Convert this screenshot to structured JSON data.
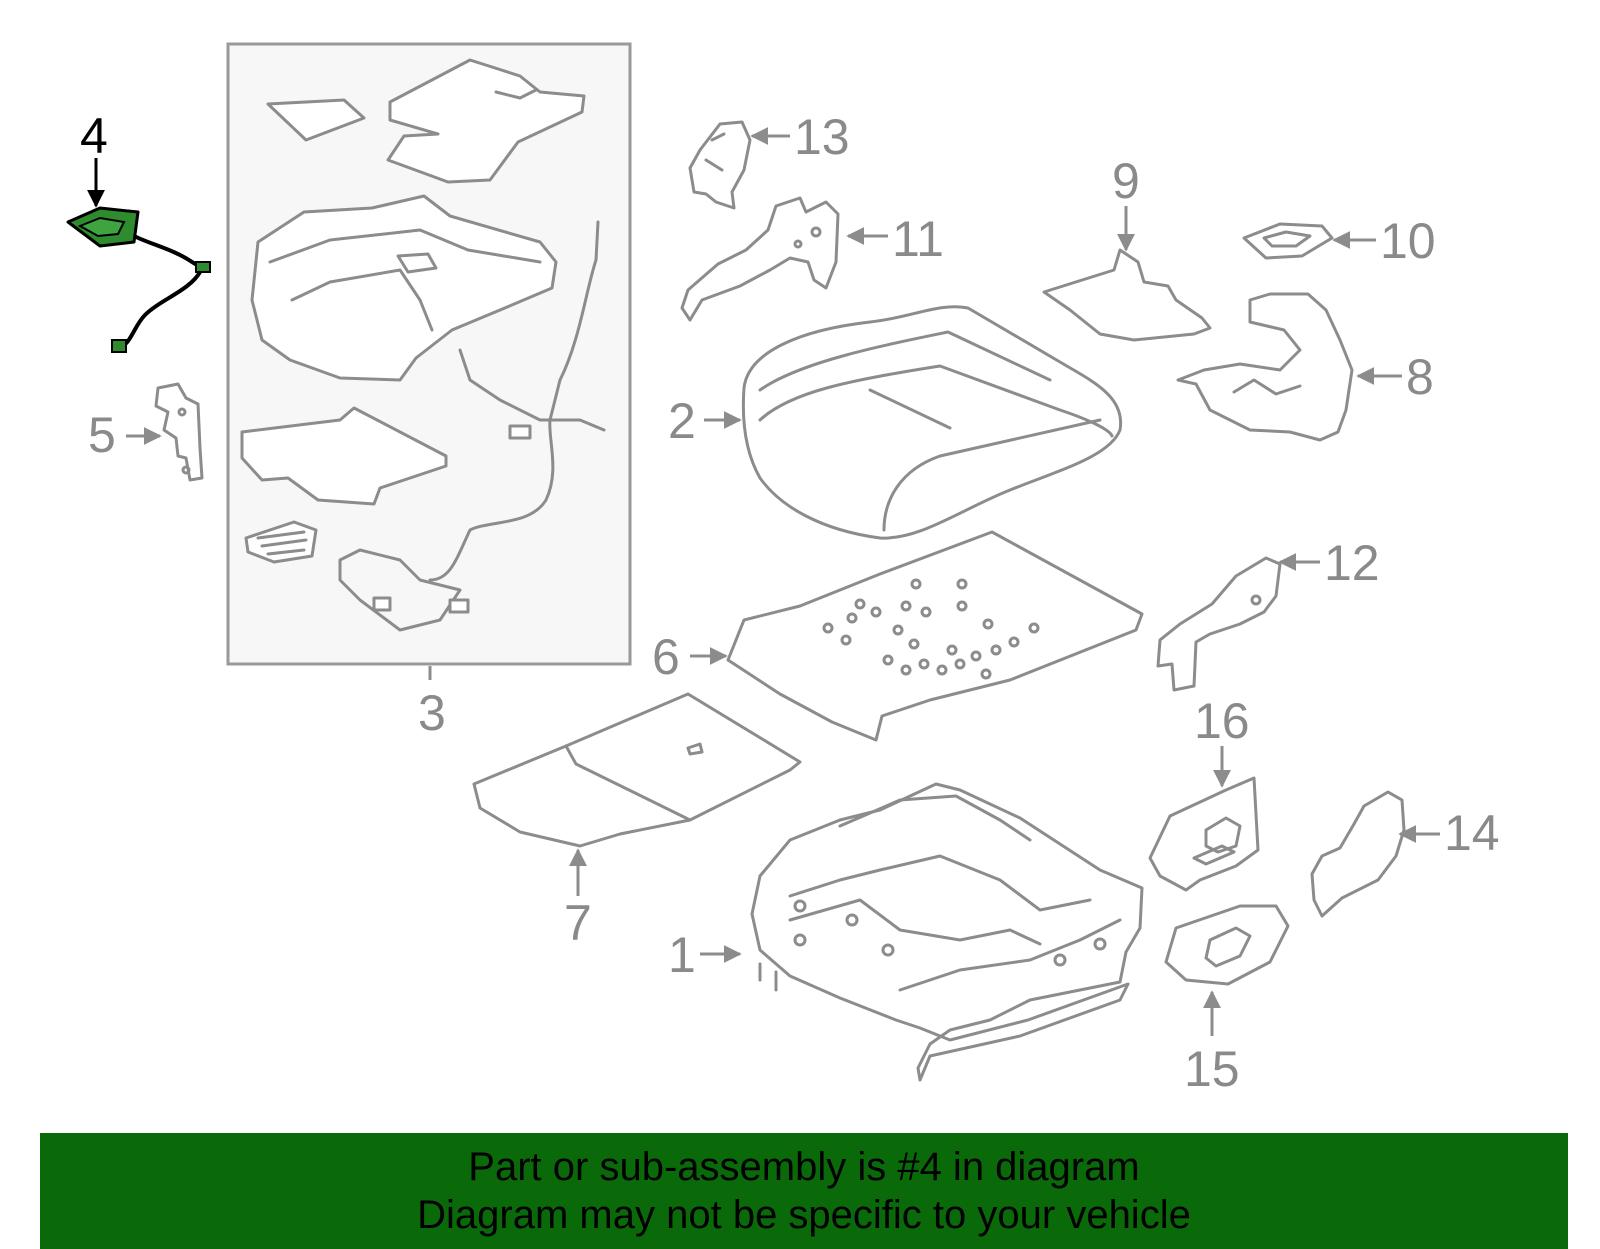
{
  "callouts": {
    "c1": "1",
    "c2": "2",
    "c3": "3",
    "c4": "4",
    "c5": "5",
    "c6": "6",
    "c7": "7",
    "c8": "8",
    "c9": "9",
    "c10": "10",
    "c11": "11",
    "c12": "12",
    "c13": "13",
    "c14": "14",
    "c15": "15",
    "c16": "16"
  },
  "highlighted_part": "4",
  "colors": {
    "highlight": "#2e8b2e",
    "banner": "#0a6a0a",
    "part_stroke": "#8c8c8c"
  },
  "banner": {
    "line1": "Part or sub-assembly is #4 in diagram",
    "line2": "Diagram may not be specific to your vehicle"
  }
}
